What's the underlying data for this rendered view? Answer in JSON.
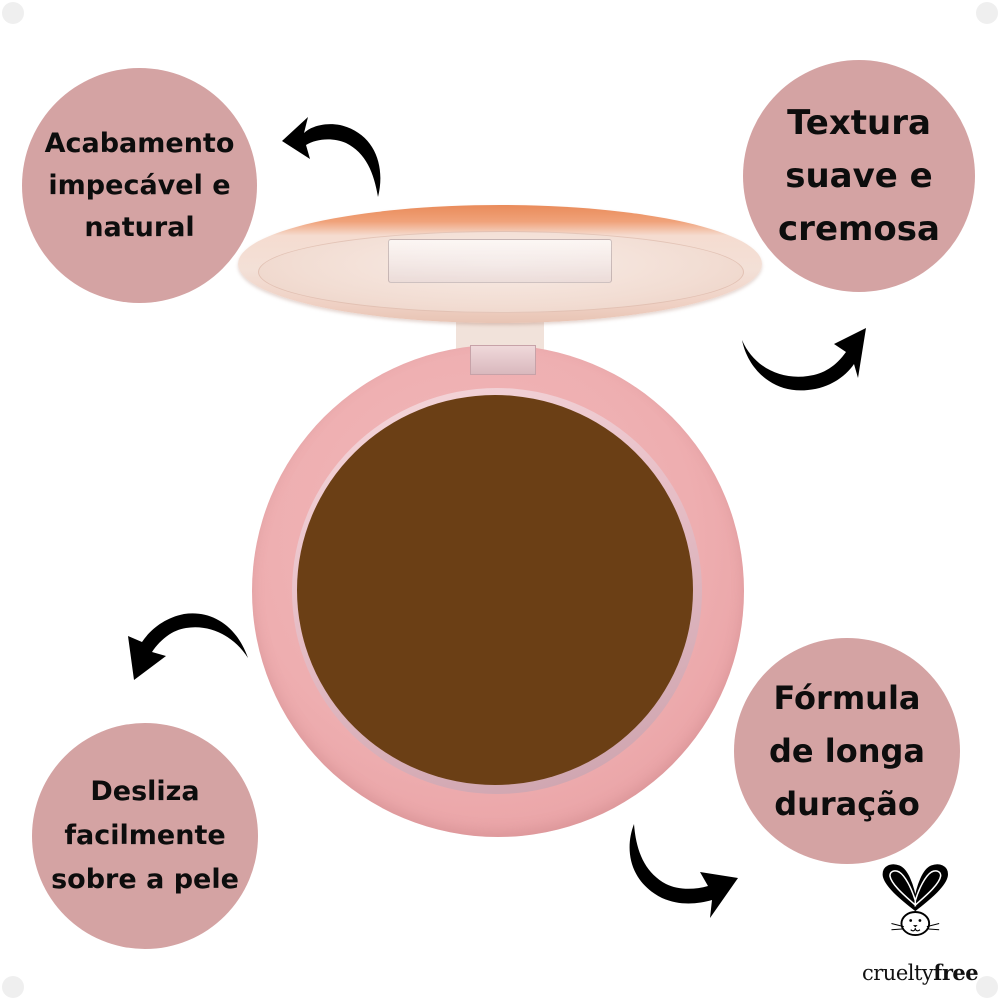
{
  "colors": {
    "bubble": "#d4a3a3",
    "text": "#0d0d0d",
    "arrow": "#000000",
    "pan": "#6b3f15",
    "case": "#eeaeb0",
    "lid_band": "#e98b5a",
    "background": "#ffffff"
  },
  "features": [
    {
      "id": "top-left",
      "lines": [
        "Acabamento",
        "impecável e",
        "natural"
      ]
    },
    {
      "id": "top-right",
      "lines": [
        "Textura",
        "suave e",
        "cremosa"
      ]
    },
    {
      "id": "bottom-left",
      "lines": [
        "Desliza",
        "facilmente",
        "sobre a pele"
      ]
    },
    {
      "id": "bottom-right",
      "lines": [
        "Fórmula",
        "de longa",
        "duração"
      ]
    }
  ],
  "arrows": [
    {
      "name": "arrow-top-left",
      "direction": "curved-up-left"
    },
    {
      "name": "arrow-top-right",
      "direction": "curved-up-right"
    },
    {
      "name": "arrow-bottom-left",
      "direction": "curved-down-left"
    },
    {
      "name": "arrow-bottom-right",
      "direction": "curved-down-right"
    }
  ],
  "product": {
    "name": "compact-powder",
    "state": "open"
  },
  "badge": {
    "icon": "bunny-icon",
    "text_light": "cruelty",
    "text_bold": "free"
  }
}
